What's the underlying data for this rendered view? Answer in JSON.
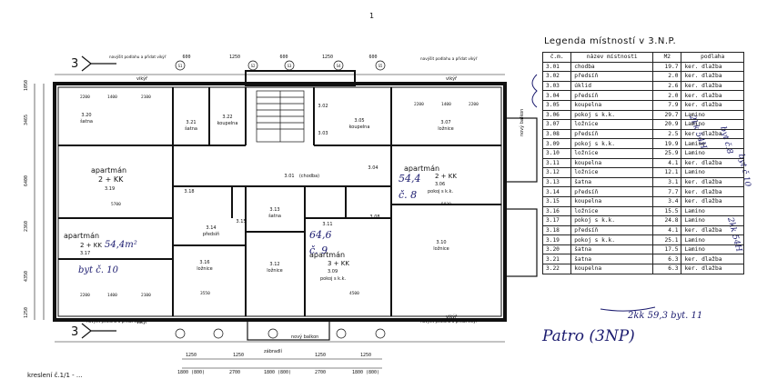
{
  "page": {
    "top_mark": "1",
    "bottom_note": "kreslení č.1/1 - ..."
  },
  "legend": {
    "title": "Legenda místností v 3.N.P.",
    "headers": [
      "č.m.",
      "název místnosti",
      "M2",
      "podlaha"
    ],
    "rows": [
      [
        "3.01",
        "chodba",
        "19.7",
        "ker. dlažba"
      ],
      [
        "3.02",
        "předsíň",
        "2.0",
        "ker. dlažba"
      ],
      [
        "3.03",
        "úklid",
        "2.6",
        "ker. dlažba"
      ],
      [
        "3.04",
        "předsíň",
        "2.0",
        "ker. dlažba"
      ],
      [
        "3.05",
        "koupelna",
        "7.9",
        "ker. dlažba"
      ],
      [
        "3.06",
        "pokoj s k.k.",
        "29.7",
        "Lamino"
      ],
      [
        "3.07",
        "ložnice",
        "20.9",
        "Lamino"
      ],
      [
        "3.08",
        "předsíň",
        "2.5",
        "ker. dlažba"
      ],
      [
        "3.09",
        "pokoj s k.k.",
        "19.9",
        "Lamino"
      ],
      [
        "3.10",
        "ložnice",
        "25.9",
        "Lamino"
      ],
      [
        "3.11",
        "koupelna",
        "4.1",
        "ker. dlažba"
      ],
      [
        "3.12",
        "ložnice",
        "12.1",
        "Lamino"
      ],
      [
        "3.13",
        "šatna",
        "3.1",
        "ker. dlažba"
      ],
      [
        "3.14",
        "předsíň",
        "7.7",
        "ker. dlažba"
      ],
      [
        "3.15",
        "koupelna",
        "3.4",
        "ker. dlažba"
      ],
      [
        "3.16",
        "ložnice",
        "15.5",
        "Lamino"
      ],
      [
        "3.17",
        "pokoj s k.k.",
        "24.8",
        "Lamino"
      ],
      [
        "3.18",
        "předsíň",
        "4.1",
        "ker. dlažba"
      ],
      [
        "3.19",
        "pokoj s k.k.",
        "25.1",
        "Lamino"
      ],
      [
        "3.20",
        "šatna",
        "17.5",
        "Lamino"
      ],
      [
        "3.21",
        "šatna",
        "6.3",
        "ker. dlažba"
      ],
      [
        "3.22",
        "koupelna",
        "6.3",
        "ker. dlažba"
      ]
    ]
  },
  "handwritten": {
    "side": [
      "2kk 54H",
      "byt č.8",
      "2kk 54H",
      "byt č.10"
    ],
    "total": "2kk 59,3 byt. 11",
    "floor": "Patro (3NP)",
    "apt8_area": "54,4",
    "apt8_no": "č. 8",
    "apt9_area": "64,6",
    "apt9_no": "č. 9",
    "apt10_area": "54,4m²",
    "apt10_no": "byt č. 10"
  },
  "plan": {
    "section_mark": "3",
    "notes": {
      "top_left": "navýšit podlahu a přidat vikýř",
      "top_right": "navýšit podlahu a přidat vikýř",
      "bottom_left": "navýšit podlahu a přidat vikýř",
      "bottom_right": "navýšit podlahu a přidat vikýř",
      "vikyr": "vikýř",
      "novy_balkon": "nový balkon",
      "zabradli": "zábradlí"
    },
    "apartments": {
      "a1": {
        "title": "apartmán",
        "type": "2 + KK",
        "room": "3.19"
      },
      "a2": {
        "title": "apartmán",
        "type": "2 + KK",
        "room": "3.17"
      },
      "a3": {
        "title": "apartmán",
        "type": "2 + KK",
        "room": "3.06",
        "sub": "pokoj s k.k."
      },
      "a4": {
        "title": "apartmán",
        "type": "3 + KK",
        "room": "3.09",
        "sub": "pokoj s k.k."
      }
    },
    "rooms": [
      {
        "id": "3.20",
        "name": "šatna"
      },
      {
        "id": "3.21",
        "name": "šatna"
      },
      {
        "id": "3.22",
        "name": "koupelna"
      },
      {
        "id": "3.01",
        "name": "(chodba)"
      },
      {
        "id": "3.02",
        "name": ""
      },
      {
        "id": "3.03",
        "name": ""
      },
      {
        "id": "3.04",
        "name": ""
      },
      {
        "id": "3.05",
        "name": "koupelna"
      },
      {
        "id": "3.07",
        "name": "ložnice"
      },
      {
        "id": "3.18",
        "name": ""
      },
      {
        "id": "3.14",
        "name": "předsíň"
      },
      {
        "id": "3.15",
        "name": ""
      },
      {
        "id": "3.13",
        "name": "šatna"
      },
      {
        "id": "3.11",
        "name": ""
      },
      {
        "id": "3.08",
        "name": ""
      },
      {
        "id": "3.16",
        "name": "ložnice"
      },
      {
        "id": "3.12",
        "name": "ložnice"
      },
      {
        "id": "3.10",
        "name": "ložnice"
      }
    ],
    "dims_top": [
      "600",
      "1250",
      "600",
      "1250",
      "600"
    ],
    "dims_bottom": [
      "1800 (800)",
      "2700",
      "1800 (800)",
      "2700",
      "1800 (800)"
    ],
    "dims_bottom2": [
      "1250",
      "1250",
      "1250",
      "1250"
    ],
    "dims_inner": [
      "2200",
      "1400",
      "2100",
      "2200",
      "1400",
      "2200",
      "5700",
      "5830",
      "3550",
      "4500",
      "2200",
      "1400",
      "2100"
    ],
    "dims_left": [
      "1050",
      "3465",
      "6400",
      "2360",
      "4350",
      "1250"
    ],
    "axis_marks": [
      "S1",
      "S2",
      "S3",
      "S4",
      "S5"
    ]
  }
}
